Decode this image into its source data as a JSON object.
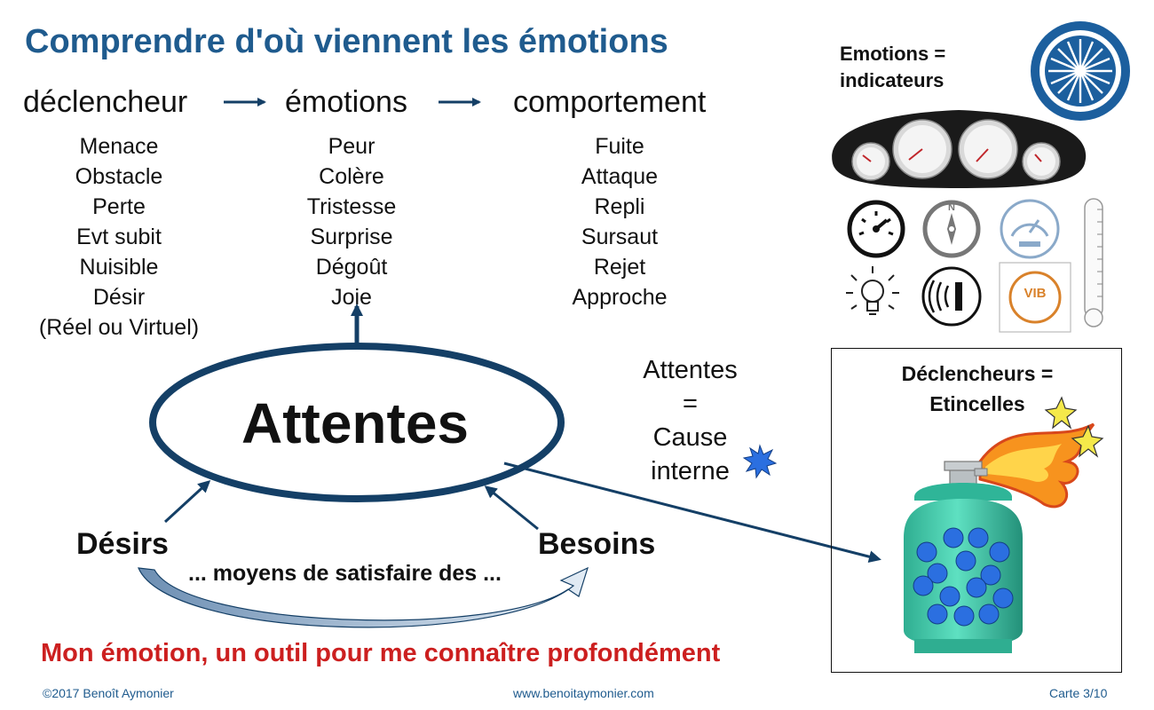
{
  "title": "Comprendre d'où viennent les émotions",
  "headers": {
    "trigger": "déclencheur",
    "emotions": "émotions",
    "behavior": "comportement"
  },
  "triggers": [
    "Menace",
    "Obstacle",
    "Perte",
    "Evt subit",
    "Nuisible",
    "Désir",
    "(Réel ou Virtuel)"
  ],
  "emotions": [
    "Peur",
    "Colère",
    "Tristesse",
    "Surprise",
    "Dégoût",
    "Joie"
  ],
  "behaviors": [
    "Fuite",
    "Attaque",
    "Repli",
    "Sursaut",
    "Rejet",
    "Approche"
  ],
  "center": {
    "label": "Attentes",
    "left": "Désirs",
    "right": "Besoins",
    "link": "... moyens de satisfaire des ..."
  },
  "cause": {
    "line1": "Attentes",
    "line2": "=",
    "line3": "Cause",
    "line4": "interne"
  },
  "indicators": {
    "line1": "Emotions =",
    "line2": "indicateurs",
    "icons": [
      "dashboard-icon",
      "speedometer-icon",
      "compass-icon",
      "gauge-icon",
      "thermometer-icon",
      "light-bulb-icon",
      "vibration-icon",
      "vib-sensor-icon",
      "compass-rose-icon"
    ]
  },
  "triggers_box": {
    "line1": "Déclencheurs =",
    "line2": "Etincelles",
    "icons": [
      "gas-cylinder-icon",
      "flame-icon",
      "star-icon"
    ]
  },
  "tagline": "Mon émotion, un outil pour me connaître profondément",
  "footer": {
    "copyright": "©2017 Benoît Aymonier",
    "website": "www.benoitaymonier.com",
    "card": "Carte 3/10"
  },
  "colors": {
    "title": "#1f5b8e",
    "ellipse": "#143f66",
    "tagline": "#cc1f1f",
    "spark": "#2b6fe0",
    "cylinder": "#3ec9a8"
  }
}
